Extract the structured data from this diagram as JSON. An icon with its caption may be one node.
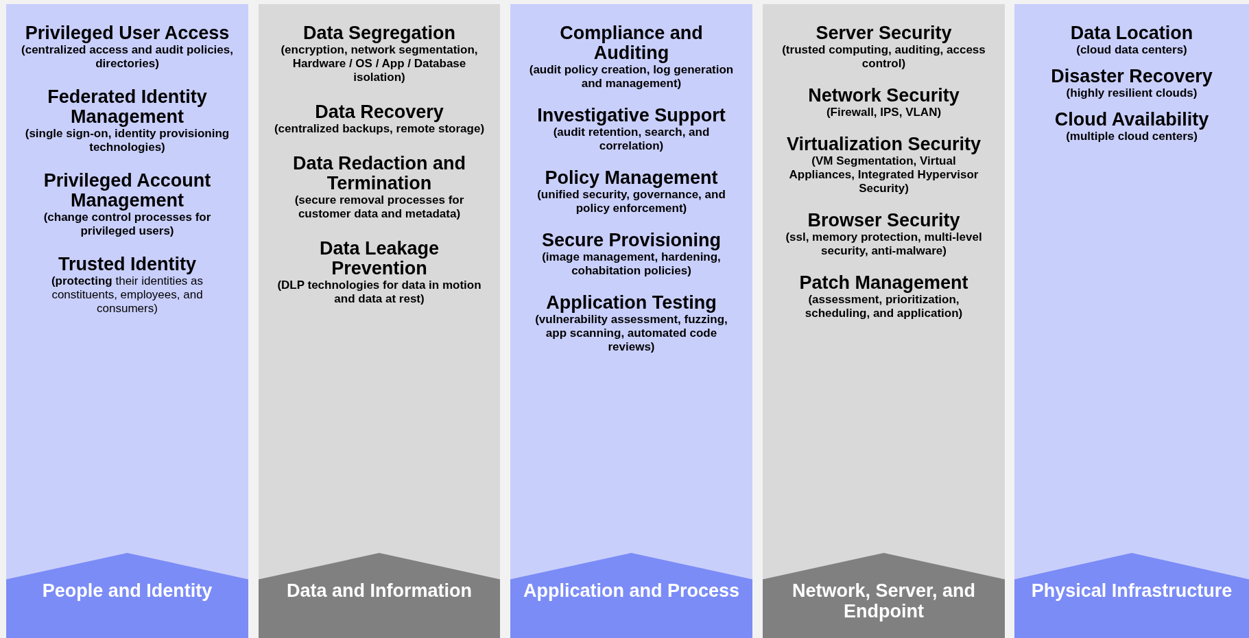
{
  "diagram": {
    "nodes": [
      {
        "text": [
          "People and Identity"
        ]
      },
      {
        "text": [
          "Privileged User Access",
          "(centralized access and audit policies, directories)"
        ],
        "in": 0
      },
      {
        "text": [
          "Federated Identity Management",
          "(single sign-on, identity provisioning technologies)"
        ],
        "in": 0
      },
      {
        "text": [
          "Privileged Account Management",
          "(change control processes for privileged users)"
        ],
        "in": 0
      },
      {
        "text": [
          "Trusted Identity",
          "**(protecting** their identities as constituents, employees, and consumers)"
        ],
        "in": 0
      },
      {
        "text": [
          "Data and Information"
        ]
      },
      {
        "text": [
          "Data Segregation",
          "(encryption, network segmentation, Hardware / OS / App / Database isolation)"
        ],
        "in": 5
      },
      {
        "text": [
          "Data Recovery",
          "(centralized backups, remote storage)"
        ],
        "in": 5
      },
      {
        "text": [
          "Data Redaction and Termination",
          "(secure removal processes for customer data and metadata)"
        ],
        "in": 5
      },
      {
        "text": [
          "Data Leakage Prevention",
          "(DLP technologies for data in motion and data at rest)"
        ],
        "in": 5
      },
      {
        "text": [
          "Application and Process"
        ]
      },
      {
        "text": [
          "Compliance and Auditing",
          "(audit policy creation, log generation and management)"
        ],
        "in": 10
      },
      {
        "text": [
          "Investigative Support",
          "(audit retention, search, and correlation)"
        ],
        "in": 10
      },
      {
        "text": [
          "Policy Management",
          "(unified security, governance, and policy enforcement)"
        ],
        "in": 10
      },
      {
        "text": [
          "Secure Provisioning",
          "(image management, hardening, cohabitation policies)"
        ],
        "in": 10
      },
      {
        "text": [
          "Application Testing",
          "(vulnerability assessment, fuzzing, app scanning, automated code reviews)"
        ],
        "in": 10
      },
      {
        "text": [
          "Network, Server, and Endpoint"
        ]
      },
      {
        "text": [
          "Server Security",
          "(trusted computing, auditing, access control)"
        ],
        "in": 16
      },
      {
        "text": [
          "Network Security",
          "(Firewall, IPS, VLAN)"
        ],
        "in": 16
      },
      {
        "text": [
          "Virtualization Security",
          "(VM Segmentation, Virtual Appliances, Integrated Hypervisor Security)"
        ],
        "in": 16
      },
      {
        "text": [
          "Browser Security",
          "(ssl, memory protection, multi-level security, anti-malware)"
        ],
        "in": 16
      },
      {
        "text": [
          "Patch Management",
          "(assessment, prioritization, scheduling, and application)"
        ],
        "in": 16
      },
      {
        "text": [
          "Physical Infrastructure"
        ]
      },
      {
        "text": [
          "Data Location",
          "(cloud data centers)"
        ],
        "in": 22
      },
      {
        "text": [
          "Disaster Recovery",
          "(highly resilient clouds)"
        ],
        "in": 22
      },
      {
        "text": [
          "Cloud Availability",
          "(multiple cloud centers)"
        ],
        "in": 22
      }
    ],
    "edges": []
  }
}
